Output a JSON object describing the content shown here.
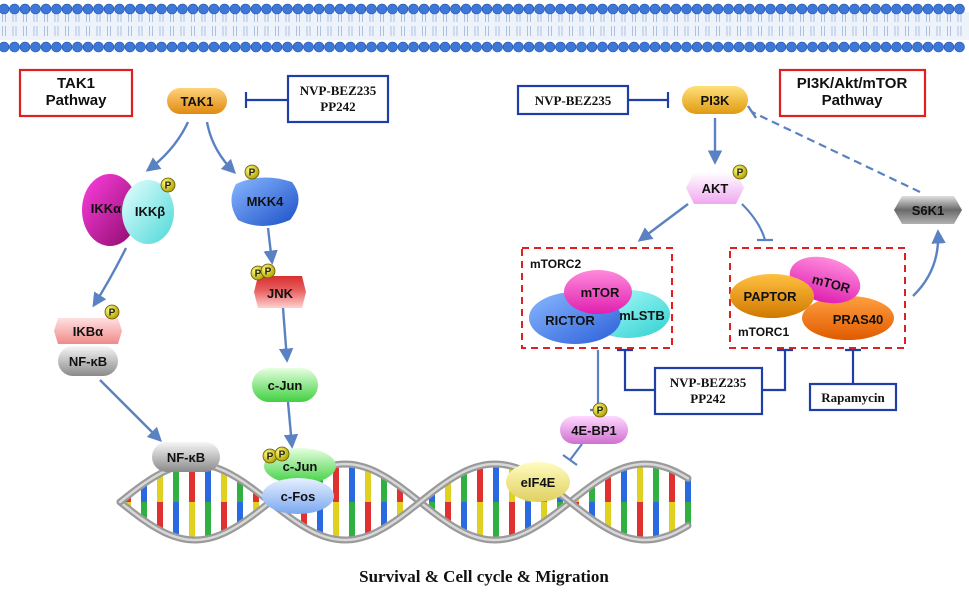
{
  "pathways": {
    "tak1": "TAK1\nPathway",
    "pi3k": "PI3K/Akt/mTOR\nPathway"
  },
  "proteins": {
    "tak1": "TAK1",
    "ikka": "IKKα",
    "ikkb": "IKKβ",
    "mkk4": "MKK4",
    "jnk": "JNK",
    "ikba": "IKBα",
    "nfkb_top": "NF-κB",
    "nfkb_dna": "NF-κB",
    "cjun_top": "c-Jun",
    "cjun_dna": "c-Jun",
    "cfos": "c-Fos",
    "pi3k": "PI3K",
    "akt": "AKT",
    "s6k1": "S6K1",
    "mtor_c2": "mTOR",
    "rictor": "RICTOR",
    "mlstb": "mLSTB",
    "mtor_c1": "mTOR",
    "paptor": "PAPTOR",
    "pras40": "PRAS40",
    "ebp1": "4E-BP1",
    "eif4e": "eIF4E"
  },
  "complexes": {
    "mtorc2": "mTORC2",
    "mtorc1": "mTORC1"
  },
  "inhibitors": {
    "tak1_box": "NVP-BEZ235\nPP242",
    "pi3k_box": "NVP-BEZ235",
    "mtor_box": "NVP-BEZ235\nPP242",
    "rapamycin": "Rapamycin"
  },
  "phospho_label": "P",
  "caption": "Survival & Cell cycle & Migration",
  "colors": {
    "membrane": "#3d78d8",
    "arrow": "#5a82c2",
    "inhibitor": "#1f3fa6",
    "pathway_box": "#e02020"
  }
}
